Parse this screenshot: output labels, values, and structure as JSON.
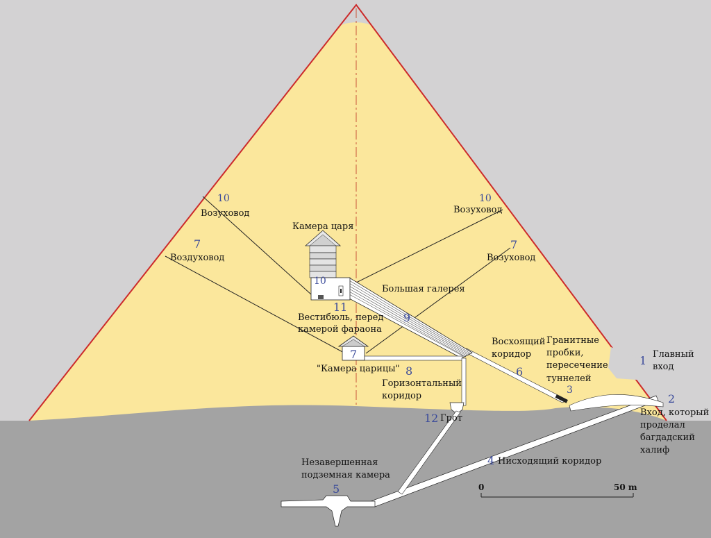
{
  "colors": {
    "background": "#d3d2d3",
    "pyramid_fill": "#fbe79c",
    "outline": "#cc2a2a",
    "ground": "#a3a3a3",
    "lines": "#222222",
    "number_color": "#3a4a9a"
  },
  "labels": {
    "king_chamber": "Камера царя",
    "grand_gallery": "Большая галерея",
    "antechamber_1": "Вестибюль, перед",
    "antechamber_2": "камерой фараона",
    "air_shaft_10_left": "Возуховод",
    "air_shaft_10_right": "Возуховод",
    "air_shaft_7_left": "Воздуховод",
    "air_shaft_7_right": "Возуховод",
    "queen_chamber": "\"Камера царицы\"",
    "horizontal_1": "Горизонтальный",
    "horizontal_2": "коридор",
    "ascending_1": "Восхоящий",
    "ascending_2": "коридор",
    "granite_1": "Гранитные",
    "granite_2": "пробки,",
    "granite_3": "пересечение",
    "granite_4": "туннелей",
    "main_entrance_1": "Главный",
    "main_entrance_2": "вход",
    "caliph_1": "Вход, который",
    "caliph_2": "проделал",
    "caliph_3": "багдадский",
    "caliph_4": "халиф",
    "grotto": "Грот",
    "descending": "Нисходящий коридор",
    "subterranean_1": "Незавершенная",
    "subterranean_2": "подземная камера"
  },
  "numbers": {
    "n1": "1",
    "n2": "2",
    "n3": "3",
    "n4": "4",
    "n5": "5",
    "n6": "6",
    "n7_left": "7",
    "n7_right": "7",
    "n7_chamber": "7",
    "n8": "8",
    "n9": "9",
    "n10_left": "10",
    "n10_right": "10",
    "n10_chamber": "10",
    "n11": "11",
    "n12": "12"
  },
  "scale": {
    "start": "0",
    "end": "50 m"
  }
}
